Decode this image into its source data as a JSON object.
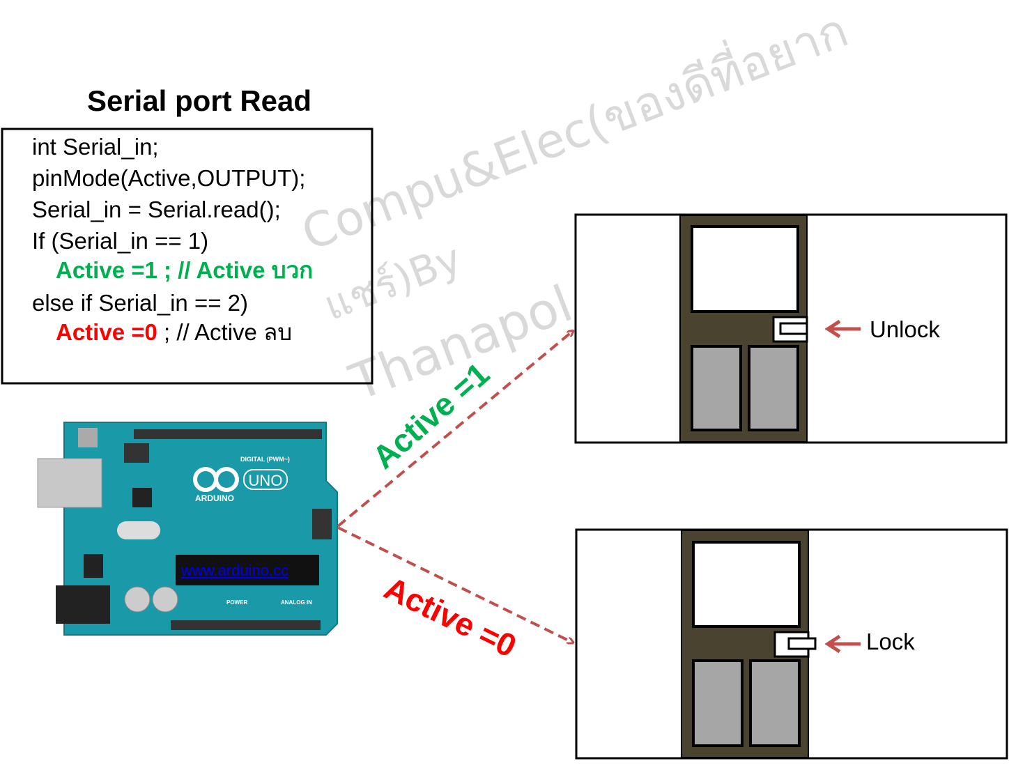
{
  "title": "Serial port Read",
  "code_lines": [
    {
      "text": "int Serial_in;",
      "color": "#000000"
    },
    {
      "text": "pinMode(Active,OUTPUT);",
      "color": "#000000"
    },
    {
      "text": "Serial_in = Serial.read();",
      "color": "#000000"
    },
    {
      "text": "If (Serial_in == 1)",
      "color": "#000000"
    },
    {
      "text": "Active =1 ; // Active บวก",
      "color": "#00b050"
    },
    {
      "text": "else if Serial_in == 2)",
      "color": "#000000"
    },
    {
      "text": "Active =0",
      "color": "#ff0000",
      "rest": " ; // Active ลบ"
    }
  ],
  "watermark": {
    "line1": "Compu&Elec(ของดีที่อยาก",
    "line2": "แชร์)By",
    "line3": "Thanapol"
  },
  "arduino": {
    "model": "UNO",
    "brand": "ARDUINO",
    "url": "www.arduino.cc",
    "digital_label": "DIGITAL (PWM~)",
    "power_label": "POWER",
    "analog_label": "ANALOG IN",
    "board_color": "#1a9aa8"
  },
  "arrows": {
    "active1_label": "Active =1",
    "active0_label": "Active =0",
    "arrow_color": "#c0504d",
    "active1_color": "#00b050",
    "active0_color": "#ff0000"
  },
  "doors": [
    {
      "state_label": "Unlock",
      "door_color": "#4a4330"
    },
    {
      "state_label": "Lock",
      "door_color": "#4a4330"
    }
  ]
}
